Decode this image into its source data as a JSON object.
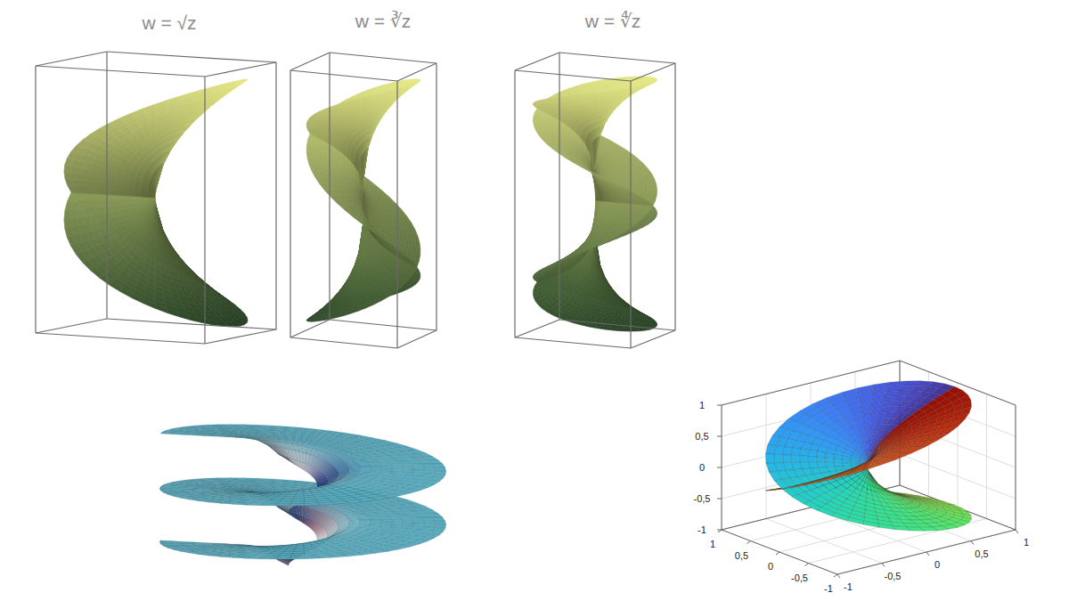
{
  "diagram": {
    "labels": [
      "w = √z",
      "w = ∛z",
      "w = ∜z",
      "1",
      "0,5",
      "0",
      "-0,5",
      "-1",
      "1",
      "0,5",
      "0",
      "-0,5",
      "-1",
      "-1",
      "-0,5",
      "0",
      "0,5",
      "1"
    ]
  }
}
